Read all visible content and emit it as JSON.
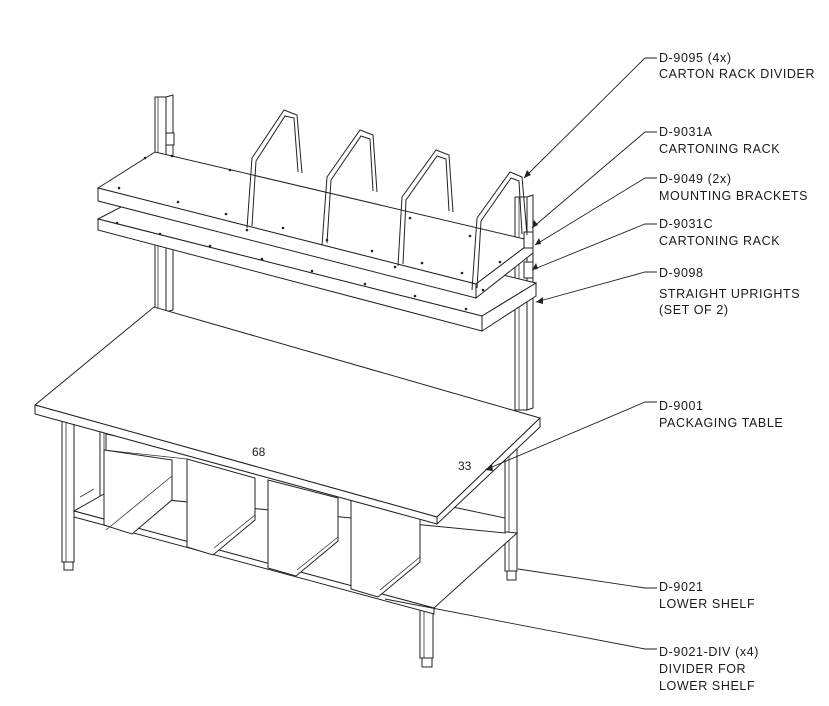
{
  "callouts": [
    {
      "id": "divider",
      "line1": "D-9095 (4x)",
      "line2": "CARTON RACK DIVIDER",
      "line3": ""
    },
    {
      "id": "rack-a",
      "line1": "D-9031A",
      "line2": "CARTONING RACK",
      "line3": ""
    },
    {
      "id": "brackets",
      "line1": "D-9049 (2x)",
      "line2": "MOUNTING BRACKETS",
      "line3": ""
    },
    {
      "id": "rack-c",
      "line1": "D-9031C",
      "line2": "CARTONING RACK",
      "line3": ""
    },
    {
      "id": "uprights",
      "line1": "D-9098",
      "line2": "STRAIGHT UPRIGHTS",
      "line3": "(SET OF 2)"
    },
    {
      "id": "table",
      "line1": "D-9001",
      "line2": "PACKAGING TABLE",
      "line3": ""
    },
    {
      "id": "lower-shelf",
      "line1": "D-9021",
      "line2": "LOWER SHELF",
      "line3": ""
    },
    {
      "id": "shelf-divider",
      "line1": "D-9021-DIV (x4)",
      "line2": "DIVIDER FOR",
      "line3": "LOWER SHELF"
    }
  ],
  "dimensions": {
    "length": "68",
    "width": "33"
  },
  "colors": {
    "line": "#222222",
    "background": "#ffffff"
  }
}
